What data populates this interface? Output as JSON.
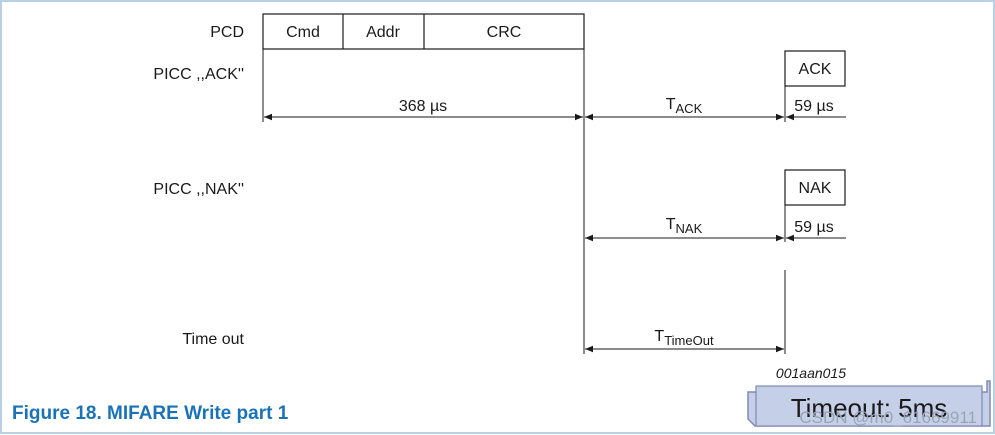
{
  "rows": {
    "pcd": "PCD",
    "picc_ack": "PICC ,,ACK''",
    "picc_nak": "PICC ,,NAK''",
    "timeout": "Time out"
  },
  "frame_fields": [
    "Cmd",
    "Addr",
    "CRC"
  ],
  "responses": {
    "ack": "ACK",
    "nak": "NAK"
  },
  "timings": {
    "frame_duration": "368 µs",
    "t_ack_main": "T",
    "t_ack_sub": "ACK",
    "t_nak_main": "T",
    "t_nak_sub": "NAK",
    "t_timeout_main": "T",
    "t_timeout_sub": "TimeOut",
    "ack_duration": "59 µs",
    "nak_duration": "59 µs"
  },
  "figure": {
    "code": "001aan015",
    "caption": "Figure 18.  MIFARE Write part 1"
  },
  "note": {
    "text": "Timeout: 5ms"
  },
  "watermark": "CSDN @m0_61669911",
  "colors": {
    "border": "#b9cfe6",
    "caption": "#1a73b8",
    "note_fill": "#c5cfe7",
    "note_border": "#7e8cb4"
  }
}
